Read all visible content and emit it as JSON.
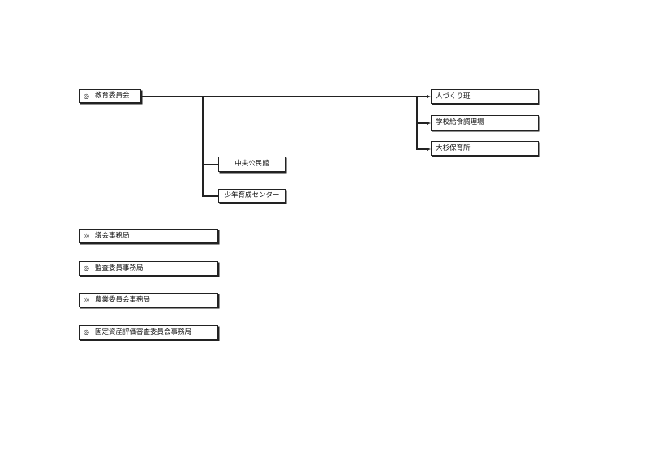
{
  "org_chart": {
    "root": {
      "mark": "◎",
      "label": "教育委員会"
    },
    "branches_right": [
      {
        "label": "人づくり班"
      },
      {
        "label": "学校給食調理場"
      },
      {
        "label": "大杉保育所"
      }
    ],
    "branches_mid": [
      {
        "label": "中央公民館"
      },
      {
        "label": "少年育成センター"
      }
    ],
    "independent_offices": [
      {
        "mark": "◎",
        "label": "議会事務局"
      },
      {
        "mark": "◎",
        "label": "監査委員事務局"
      },
      {
        "mark": "◎",
        "label": "農業委員会事務局"
      },
      {
        "mark": "◎",
        "label": "固定資産評価審査委員会事務局"
      }
    ]
  }
}
